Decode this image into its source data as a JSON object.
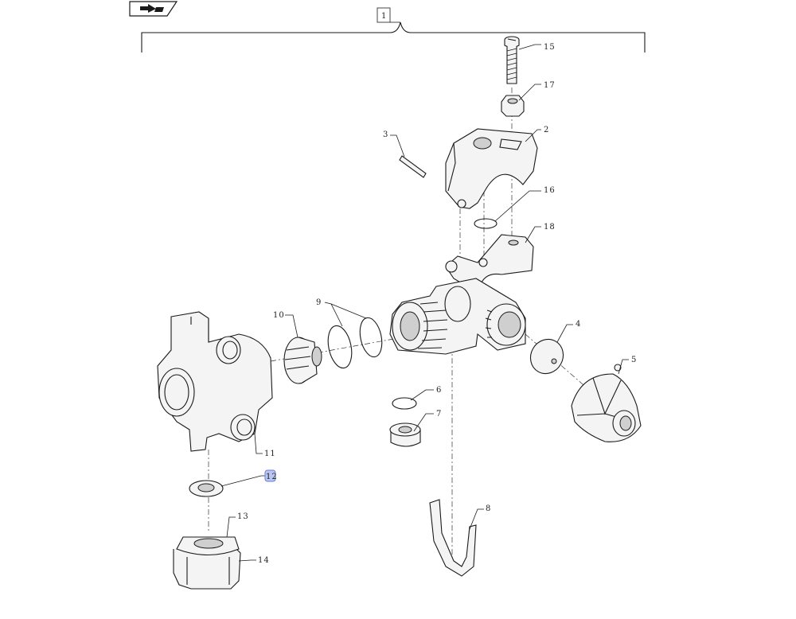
{
  "diagram": {
    "assembly_ref": "1",
    "callouts": [
      {
        "id": "c15",
        "label": "15"
      },
      {
        "id": "c17",
        "label": "17"
      },
      {
        "id": "c3",
        "label": "3"
      },
      {
        "id": "c2",
        "label": "2"
      },
      {
        "id": "c16",
        "label": "16"
      },
      {
        "id": "c18",
        "label": "18"
      },
      {
        "id": "c9",
        "label": "9"
      },
      {
        "id": "c10",
        "label": "10"
      },
      {
        "id": "c4",
        "label": "4"
      },
      {
        "id": "c5",
        "label": "5"
      },
      {
        "id": "c6",
        "label": "6"
      },
      {
        "id": "c7",
        "label": "7"
      },
      {
        "id": "c11",
        "label": "11"
      },
      {
        "id": "c12",
        "label": "12"
      },
      {
        "id": "c8",
        "label": "8"
      },
      {
        "id": "c13",
        "label": "13"
      },
      {
        "id": "c14",
        "label": "14"
      }
    ]
  },
  "colors": {
    "line": "#1a1a1a",
    "highlight": "#b9c6f2"
  },
  "icons": {
    "nav": "book-arrow-icon"
  }
}
